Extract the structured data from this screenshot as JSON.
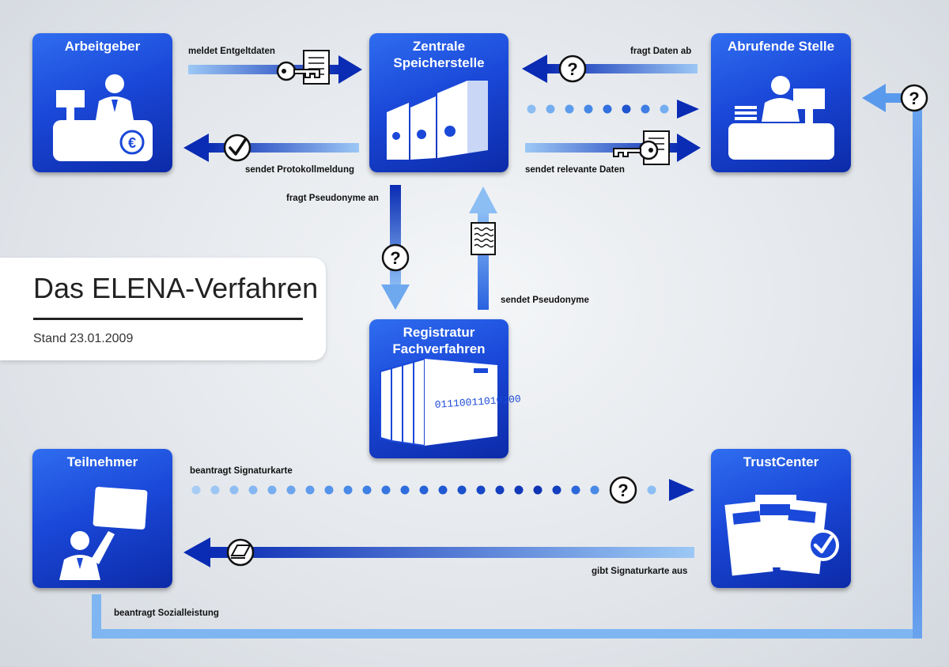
{
  "title": "Das ELENA-Verfahren",
  "subtitle": "Stand 23.01.2009",
  "nodes": {
    "arbeitgeber": "Arbeitgeber",
    "zentrale_line1": "Zentrale",
    "zentrale_line2": "Speicherstelle",
    "abrufende": "Abrufende Stelle",
    "registratur_line1": "Registratur",
    "registratur_line2": "Fachverfahren",
    "teilnehmer": "Teilnehmer",
    "trustcenter": "TrustCenter"
  },
  "labels": {
    "meldet": "meldet Entgeltdaten",
    "protokoll": "sendet Protokollmeldung",
    "fragt_daten": "fragt Daten ab",
    "relevante": "sendet relevante Daten",
    "fragt_pseudo": "fragt Pseudonyme an",
    "sendet_pseudo": "sendet Pseudonyme",
    "beantragt_signatur": "beantragt Signaturkarte",
    "gibt_signatur": "gibt Signaturkarte aus",
    "beantragt_sozial": "beantragt Sozialleistung"
  },
  "binary_text": "01110011010100",
  "question_mark": "?",
  "colors": {
    "box_dark": "#0c2aa8",
    "box_light": "#2f6df0",
    "arrow_dark": "#0a2bb3",
    "arrow_light": "#7fb6f2"
  }
}
